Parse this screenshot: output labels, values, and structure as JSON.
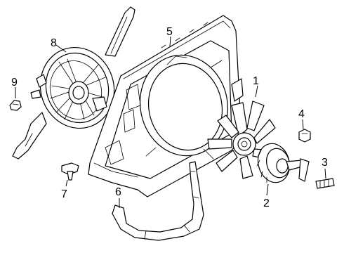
{
  "callouts": [
    {
      "id": "1",
      "label": "1",
      "part": "fan-blade"
    },
    {
      "id": "2",
      "label": "2",
      "part": "fan-clutch"
    },
    {
      "id": "3",
      "label": "3",
      "part": "stud"
    },
    {
      "id": "4",
      "label": "4",
      "part": "nut"
    },
    {
      "id": "5",
      "label": "5",
      "part": "fan-shroud"
    },
    {
      "id": "6",
      "label": "6",
      "part": "lower-shroud-seal"
    },
    {
      "id": "7",
      "label": "7",
      "part": "push-retainer"
    },
    {
      "id": "8",
      "label": "8",
      "part": "electric-fan-assembly"
    },
    {
      "id": "9",
      "label": "9",
      "part": "retainer-clip"
    }
  ]
}
